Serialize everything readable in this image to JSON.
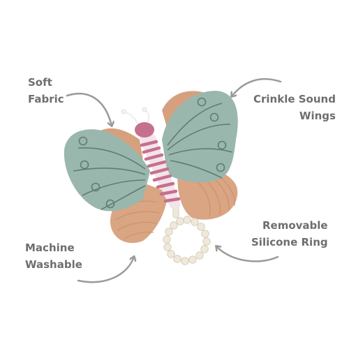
{
  "callouts": {
    "soft_fabric": [
      "Soft",
      "Fabric"
    ],
    "crinkle_wings": [
      "Crinkle Sound",
      "Wings"
    ],
    "machine_washable": [
      "Machine",
      "Washable"
    ],
    "silicone_ring": [
      "Removable",
      "Silicone Ring"
    ]
  },
  "colors": {
    "text": "#6e6e6e",
    "arrow": "#9a9a9a",
    "wing_teal": "#9ab7ae",
    "wing_teal_dark": "#6f8e86",
    "wing_peach": "#d6a07e",
    "body_pink": "#c5708e",
    "body_stripe": "#f2e4ea",
    "ring_cream": "#efe9db"
  },
  "icons": [
    "butterfly-toy-illustration",
    "curved-arrow-icon"
  ]
}
